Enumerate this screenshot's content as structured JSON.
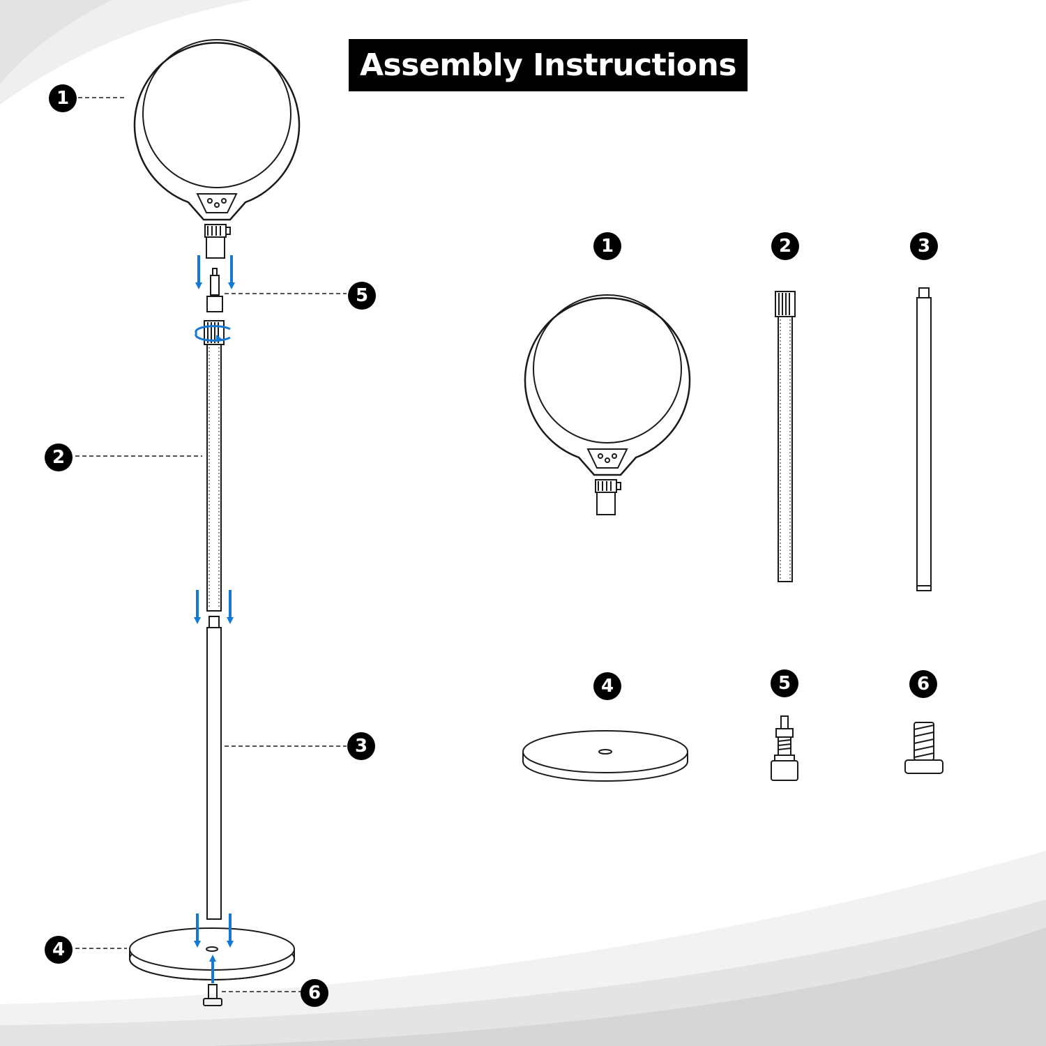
{
  "title": "Assembly Instructions",
  "colors": {
    "arrow": "#1479d6",
    "line": "#1a1a1a",
    "background_swoosh": "#e9e9e9"
  },
  "callouts": [
    {
      "number": "1",
      "part": "ring light"
    },
    {
      "number": "2",
      "part": "upper pole"
    },
    {
      "number": "3",
      "part": "lower pole"
    },
    {
      "number": "4",
      "part": "round base"
    },
    {
      "number": "5",
      "part": "phone holder adapter screw"
    },
    {
      "number": "6",
      "part": "base screw"
    }
  ],
  "parts_labels": [
    "1",
    "2",
    "3",
    "4",
    "5",
    "6"
  ]
}
